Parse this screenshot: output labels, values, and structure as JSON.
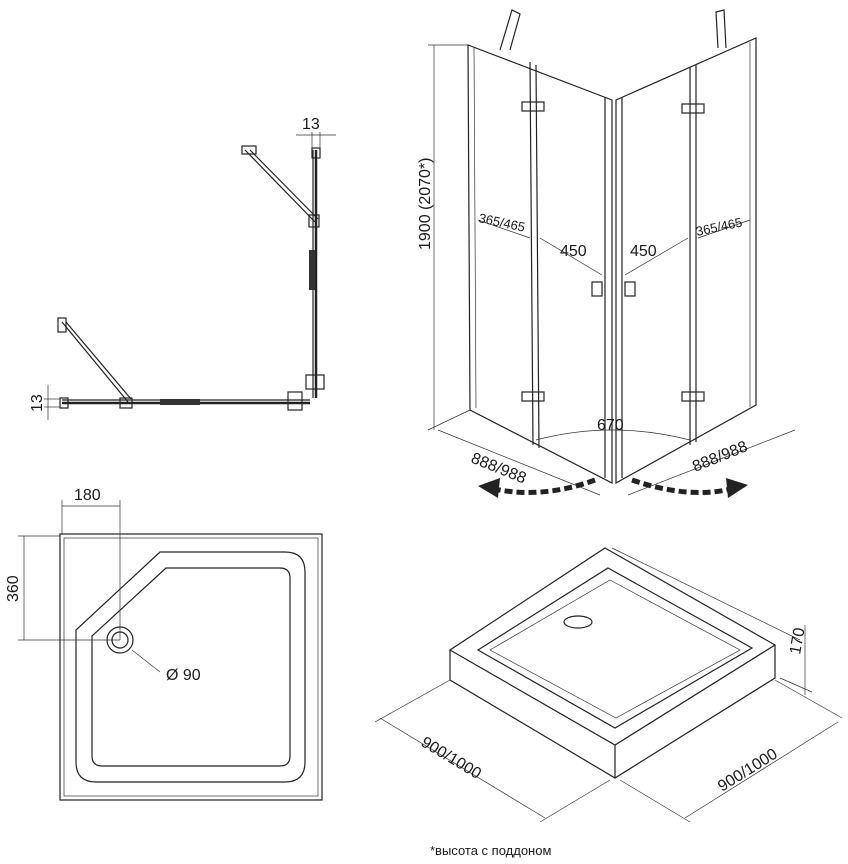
{
  "plan_view": {
    "dim_top": "13",
    "dim_left": "13"
  },
  "cabin_view": {
    "height": "1900 (2070*)",
    "left_panel": "365/465",
    "left_door": "450",
    "right_door": "450",
    "right_panel": "365/465",
    "entry_width": "670",
    "left_depth": "888/988",
    "right_depth": "888/988"
  },
  "tray_top_view": {
    "dim_x": "180",
    "dim_y": "360",
    "drain": "Ø 90"
  },
  "tray_iso_view": {
    "height": "170",
    "width_left": "900/1000",
    "width_right": "900/1000"
  },
  "footnote": "*высота с поддоном"
}
